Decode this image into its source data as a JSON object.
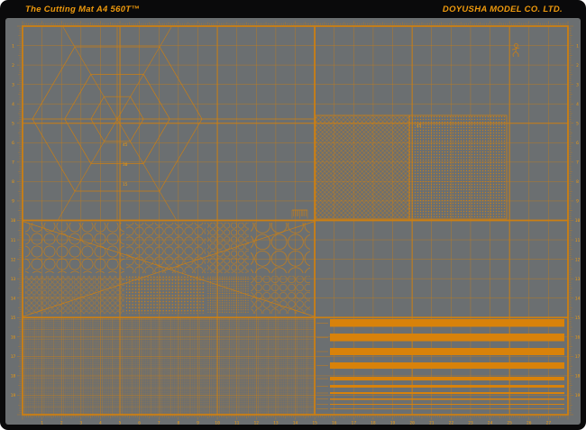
{
  "header": {
    "title_left": "The Cutting Mat A4 560T™",
    "title_right": "DOYUSHA MODEL CO. LTD."
  },
  "colors": {
    "frame": "#0a0a0b",
    "mat": "#6b6f71",
    "line": "#cc7f12",
    "line_bright": "#ef9a0c",
    "bar": "#d8820a"
  },
  "isometric_guide": {
    "angle_labels": [
      "45",
      "30",
      "15"
    ]
  },
  "hatch_area": {
    "label": "45"
  },
  "rulers": {
    "bottom": [
      "1",
      "2",
      "3",
      "4",
      "5",
      "6",
      "7",
      "8",
      "9",
      "10",
      "11",
      "12",
      "13",
      "14",
      "15",
      "16",
      "17",
      "18",
      "19",
      "20",
      "21",
      "22",
      "23",
      "24",
      "25",
      "26",
      "27"
    ],
    "left": [
      "1",
      "2",
      "3",
      "4",
      "5",
      "6",
      "7",
      "8",
      "9",
      "10",
      "11",
      "12",
      "13",
      "14",
      "15",
      "16",
      "17",
      "18",
      "19"
    ],
    "right": [
      "1",
      "2",
      "3",
      "4",
      "5",
      "6",
      "7",
      "8",
      "9",
      "10",
      "11",
      "12",
      "13",
      "14",
      "15",
      "16",
      "17",
      "18",
      "19"
    ]
  }
}
